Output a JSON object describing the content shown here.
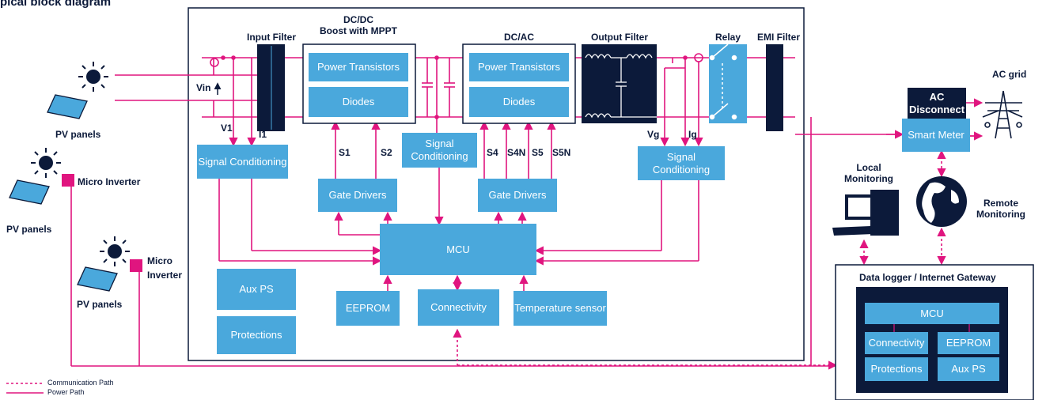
{
  "title": "pical block diagram",
  "stages": {
    "input_filter": "Input Filter",
    "dcdc_line1": "DC/DC",
    "dcdc_line2": "Boost with MPPT",
    "dcac": "DC/AC",
    "output_filter": "Output Filter",
    "relay": "Relay",
    "emi_filter": "EMI Filter"
  },
  "blocks": {
    "power_transistors_1": "Power Transistors",
    "diodes_1": "Diodes",
    "power_transistors_2": "Power Transistors",
    "diodes_2": "Diodes",
    "signal_conditioning_1": "Signal Conditioning",
    "signal_conditioning_2": "Signal Conditioning",
    "signal_conditioning_3": "Signal Conditioning",
    "gate_drivers_1": "Gate Drivers",
    "gate_drivers_2": "Gate Drivers",
    "mcu": "MCU",
    "aux_ps": "Aux PS",
    "protections": "Protections",
    "eeprom": "EEPROM",
    "connectivity": "Connectivity",
    "temperature_sensor": "Temperature sensor",
    "ac_disconnect": "AC Disconnect",
    "smart_meter": "Smart Meter"
  },
  "signals": {
    "vin": "Vin",
    "v1": "V1",
    "i1": "I1",
    "s1": "S1",
    "s2": "S2",
    "s4": "S4",
    "s4n": "S4N",
    "s5": "S5",
    "s5n": "S5N",
    "vg": "Vg",
    "ig": "Ig"
  },
  "left": {
    "pv_panels_1": "PV panels",
    "pv_panels_2": "PV panels",
    "pv_panels_3": "PV panels",
    "micro_inverter_1": "Micro Inverter",
    "micro_inverter_2_line1": "Micro",
    "micro_inverter_2_line2": "Inverter"
  },
  "right": {
    "ac_grid": "AC grid",
    "local_monitoring": "Local Monitoring",
    "remote_monitoring": "Remote Monitoring",
    "gateway_title": "Data logger / Internet Gateway",
    "gw_mcu": "MCU",
    "gw_connectivity": "Connectivity",
    "gw_eeprom": "EEPROM",
    "gw_protections": "Protections",
    "gw_aux_ps": "Aux PS"
  },
  "legend": {
    "communication_path": "Communication Path",
    "power_path": "Power Path"
  },
  "colors": {
    "power_line": "#e0157f",
    "block": "#4aa8dc",
    "dark": "#0c1a3a"
  }
}
